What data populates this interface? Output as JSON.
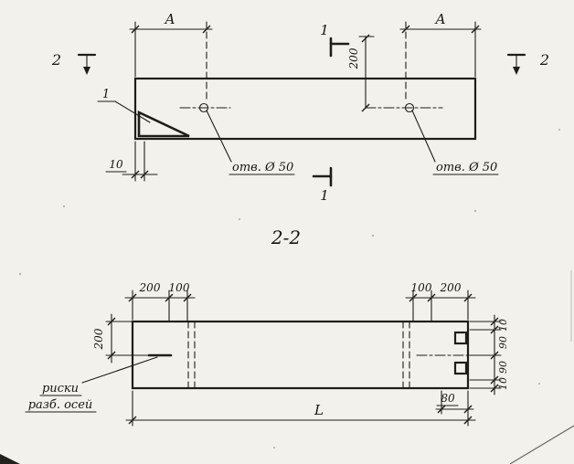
{
  "drawing": {
    "title": "2-2",
    "top": {
      "dim_a_left": "А",
      "dim_a_right": "А",
      "sec1_top": "1",
      "sec1_bottom": "1",
      "sec2_left": "2",
      "sec2_right": "2",
      "callout": "1",
      "dim_200": "200",
      "dim_10": "10",
      "hole_left": "отв. Ø 50",
      "hole_right": "отв. Ø 50"
    },
    "section": {
      "top_left": [
        "200",
        "100"
      ],
      "top_right": [
        "100",
        "200"
      ],
      "side_200": "200",
      "note1": "риски",
      "note2": "разб. осей",
      "chain": [
        "10",
        "90",
        "90",
        "10"
      ],
      "dim_80": "80",
      "dim_L": "L"
    }
  }
}
